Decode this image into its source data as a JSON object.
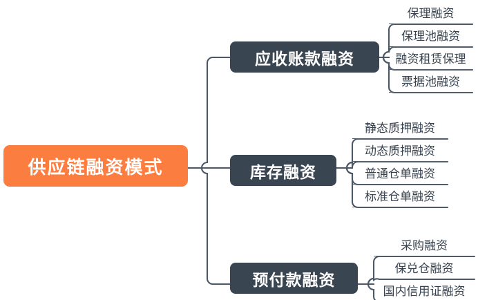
{
  "diagram": {
    "type": "mind-map",
    "background_color": "#ffffff",
    "root": {
      "label": "供应链融资模式",
      "fill_color": "#fb7d40",
      "text_color": "#ffffff"
    },
    "branch_fill_color": "#3a4552",
    "leaf_text_color": "#39434f",
    "connector_color": "#4a5766",
    "branches": [
      {
        "label": "应收账款融资",
        "leaves": [
          {
            "label": "保理融资"
          },
          {
            "label": "保理池融资"
          },
          {
            "label": "融资租赁保理"
          },
          {
            "label": "票据池融资"
          }
        ]
      },
      {
        "label": "库存融资",
        "leaves": [
          {
            "label": "静态质押融资"
          },
          {
            "label": "动态质押融资"
          },
          {
            "label": "普通仓单融资"
          },
          {
            "label": "标准仓单融资"
          }
        ]
      },
      {
        "label": "预付款融资",
        "leaves": [
          {
            "label": "采购融资"
          },
          {
            "label": "保兑仓融资"
          },
          {
            "label": "国内信用证融资"
          }
        ]
      }
    ]
  }
}
